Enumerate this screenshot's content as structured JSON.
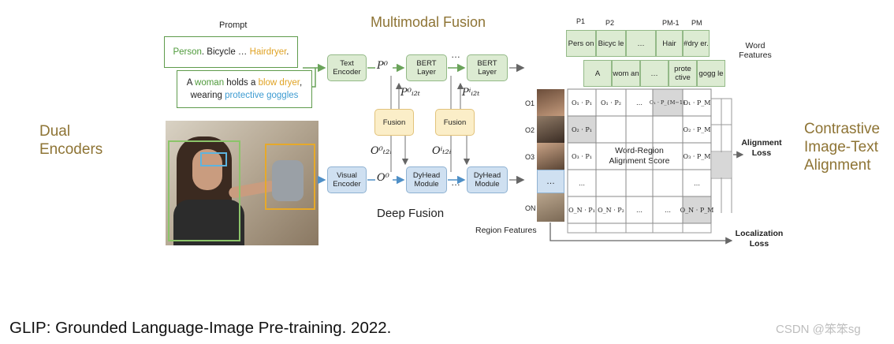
{
  "titles": {
    "multimodal_fusion": "Multimodal Fusion",
    "deep_fusion": "Deep Fusion",
    "dual_encoders": "Dual Encoders",
    "contrastive": "Contrastive Image-Text Alignment",
    "caption": "GLIP: Grounded Language-Image Pre-training. 2022.",
    "watermark": "CSDN @笨笨sg"
  },
  "prompt": {
    "label": "Prompt",
    "line1": {
      "p1": "Person",
      "p2": ". Bicycle … ",
      "p3": "Hairdryer",
      "p4": "."
    },
    "line2": {
      "p1": "A ",
      "p2": "woman",
      "p3": " holds a ",
      "p4": "blow dryer",
      "p5": ",",
      "p6": "wearing ",
      "p7": "protective goggles"
    }
  },
  "encoders": {
    "text": "Text Encoder",
    "visual": "Visual Encoder"
  },
  "layers": {
    "bert1": "BERT Layer",
    "bert2": "BERT Layer",
    "dyhead1": "DyHead Module",
    "dyhead2": "DyHead Module",
    "fusion1": "Fusion",
    "fusion2": "Fusion",
    "ellipsis": "…"
  },
  "math": {
    "p0": "P⁰",
    "o0": "O⁰",
    "p_i2t_0": "P⁰ᵢ₂ₜ",
    "p_i2t_i": "Pⁱᵢ₂ₜ",
    "o_t2i_0": "O⁰ₜ₂ᵢ",
    "o_t2i_i": "Oⁱₜ₂ᵢ"
  },
  "word_features": {
    "label": "Word Features",
    "p_labels": [
      "P1",
      "P2",
      "PM-1",
      "PM"
    ],
    "row1": [
      "Pers on",
      "Bicyc le",
      "…",
      "Hair",
      "#dry er."
    ],
    "row2": [
      "A",
      "wom an",
      "…",
      "prote ctive",
      "gogg le"
    ]
  },
  "region_features": {
    "label": "Region Features",
    "o_labels": [
      "O1",
      "O2",
      "O3",
      "ON"
    ],
    "ellipsis": "…"
  },
  "matrix": {
    "score_label": "Word-Region Alignment Score",
    "row1": [
      "O₁ · P₁",
      "O₁ · P₂",
      "…",
      "O₁ · P_{M−1}",
      "O₁ · P_M"
    ],
    "row2": [
      "O₂ · P₁",
      "",
      "",
      "",
      "O₂ · P_M"
    ],
    "row3": [
      "O₃ · P₁",
      "",
      "",
      "",
      "O₃ · P_M"
    ],
    "row4": [
      "…",
      "",
      "",
      "",
      "…"
    ],
    "row5": [
      "O_N · P₁",
      "O_N · P₂",
      "…",
      "…",
      "O_N · P_M"
    ]
  },
  "losses": {
    "alignment": "Alignment Loss",
    "localization": "Localization Loss"
  },
  "colors": {
    "green": "#dcebd2",
    "blue": "#cfe0f1",
    "yellow": "#fbeec8",
    "gold_text": "#8e7435"
  }
}
